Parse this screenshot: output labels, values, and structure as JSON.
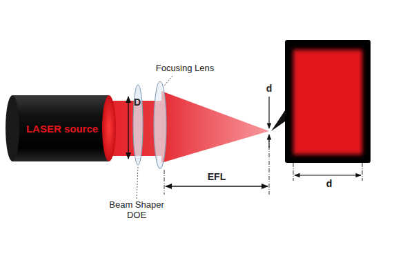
{
  "diagram": {
    "nodes": [
      {
        "text": [
          "LASER source"
        ]
      },
      {
        "text": [
          "d"
        ]
      }
    ],
    "labels": [
      "Focusing Lens",
      "D",
      "Beam Shaper DOE",
      "EFL",
      "d"
    ]
  }
}
